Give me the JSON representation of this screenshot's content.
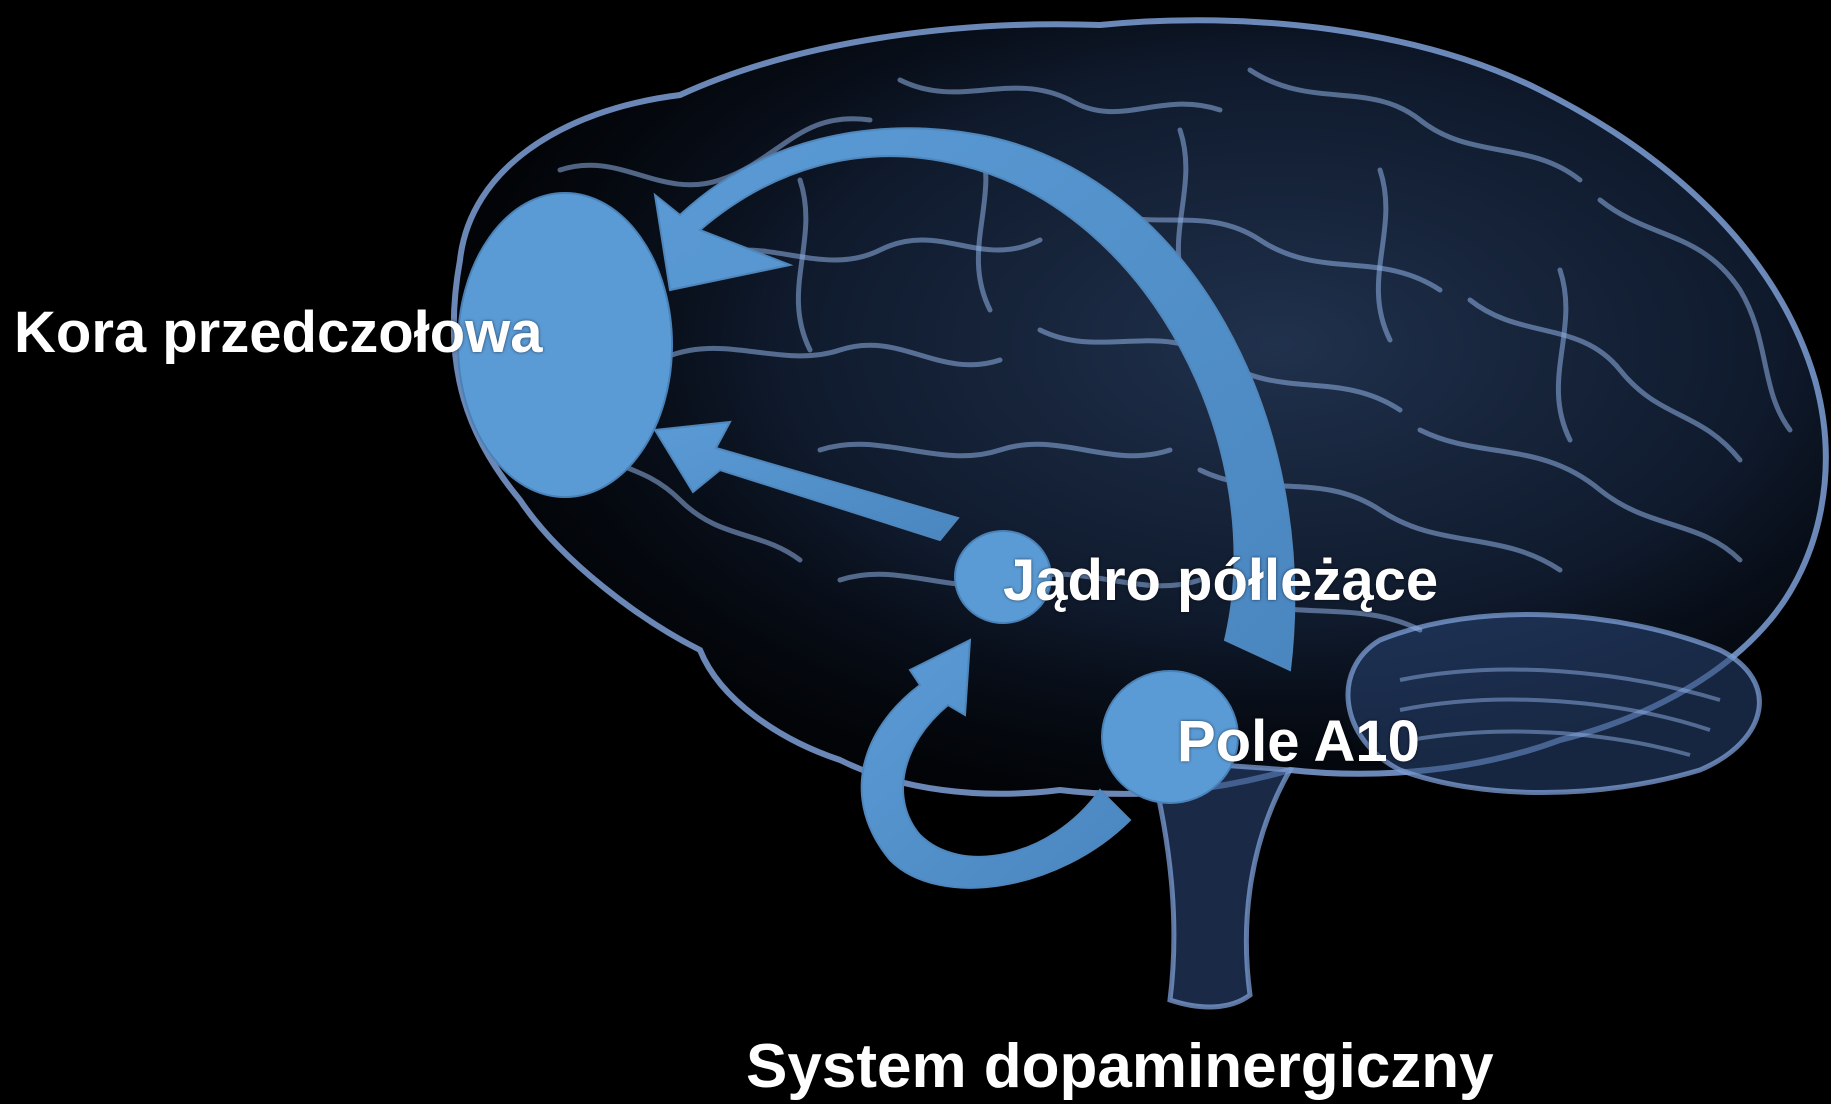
{
  "labels": {
    "prefrontal_cortex": "Kora przedczołowa",
    "nucleus_accumbens": "Jądro półleżące",
    "area_a10": "Pole A10",
    "system": "System dopaminergiczny"
  },
  "colors": {
    "background": "#000000",
    "brain": "#6f8fc4",
    "node_fill": "#5b9bd5",
    "arrow_fill": "#5b9bd5",
    "text": "#ffffff"
  }
}
